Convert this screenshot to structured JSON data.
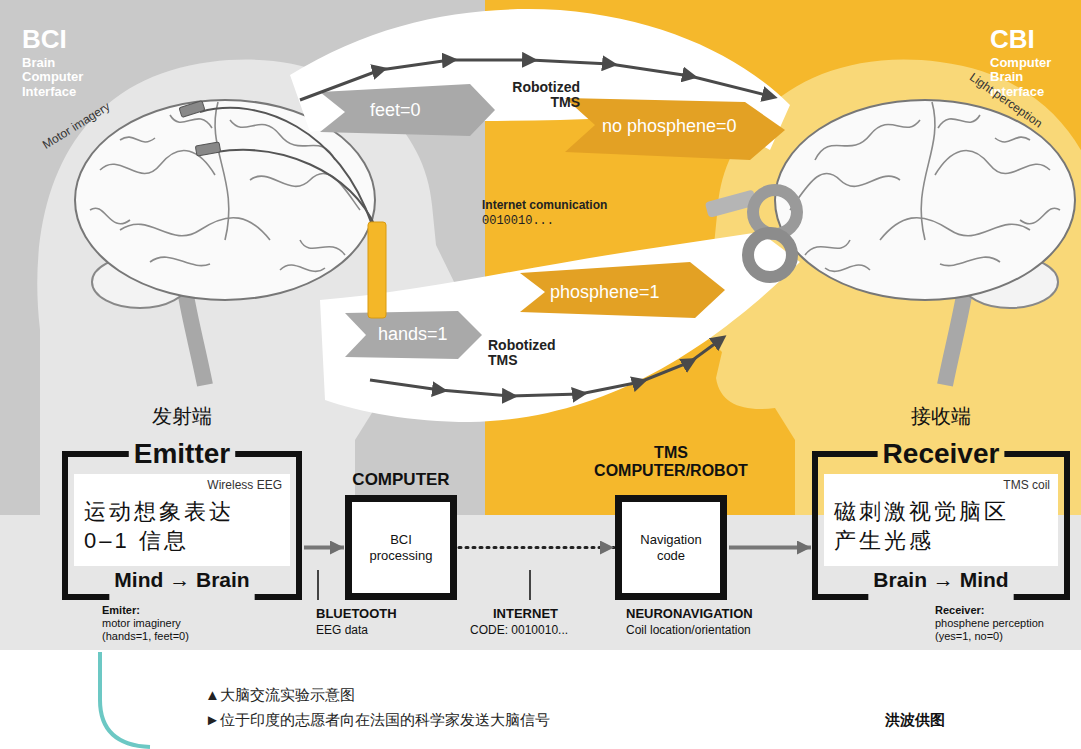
{
  "diagram": {
    "caption": "▲大脑交流实验示意图",
    "nodes": [
      {
        "text": [
          "发射端",
          "Emitter",
          "Mind → Brain"
        ]
      },
      {
        "text": [
          "Wireless EEG",
          "运动想象表达 0–1 信息"
        ],
        "in": 0
      },
      {
        "text": [
          "COMPUTER",
          "BCI processing"
        ]
      },
      {
        "text": [
          "TMS COMPUTER/ROBOT",
          "Navigation code"
        ]
      },
      {
        "text": [
          "接收端",
          "Receiver",
          "Brain → Mind"
        ]
      },
      {
        "text": [
          "TMS coil",
          "磁刺激视觉脑区 产生光感"
        ],
        "in": 4
      }
    ],
    "edges": [
      {
        "from": 0,
        "to": 2,
        "arrow": "to"
      },
      {
        "from": 2,
        "to": 3,
        "arrow": "to"
      },
      {
        "from": 3,
        "to": 4,
        "arrow": "to"
      }
    ],
    "labels": [
      "BCI",
      "Brain Computer Interface",
      "CBI",
      "Computer Brain Interface",
      "Motor imagery",
      "Light perception",
      "feet=0",
      "Robotized TMS",
      "no phosphene=0",
      "Internet comunication",
      "0010010...",
      "phosphene=1",
      "hands=1",
      "Robotized TMS",
      "Emiter:",
      "motor imaginery (hands=1, feet=0)",
      "BLUETOOTH",
      "EEG data",
      "INTERNET",
      "CODE: 0010010...",
      "NEURONAVIGATION",
      "Coil location/orientation",
      "Receiver:",
      "phosphene perception (yes=1, no=0)",
      "►位于印度的志愿者向在法国的科学家发送大脑信号",
      "洪波供图"
    ]
  }
}
